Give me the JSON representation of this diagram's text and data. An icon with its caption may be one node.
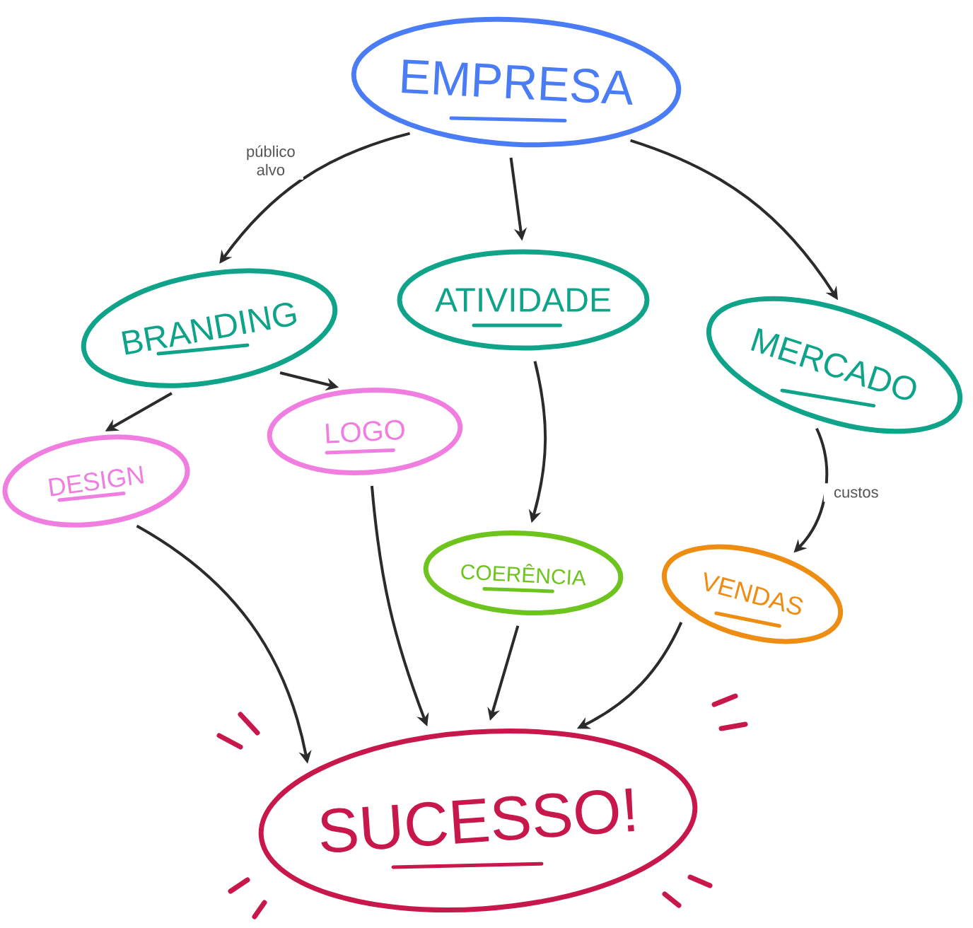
{
  "diagram": {
    "nodes": [
      {
        "text": [
          "EMPRESA"
        ]
      },
      {
        "text": [
          "BRANDING"
        ]
      },
      {
        "text": [
          "ATIVIDADE"
        ]
      },
      {
        "text": [
          "MERCADO"
        ]
      },
      {
        "text": [
          "DESIGN"
        ]
      },
      {
        "text": [
          "LOGO"
        ]
      },
      {
        "text": [
          "COERÊNCIA"
        ]
      },
      {
        "text": [
          "VENDAS"
        ]
      },
      {
        "text": [
          "SUCESSO!"
        ]
      }
    ],
    "edges": [
      {
        "from": 0,
        "to": 1,
        "arrow": "to",
        "label": "público alvo"
      },
      {
        "from": 0,
        "to": 2,
        "arrow": "to"
      },
      {
        "from": 0,
        "to": 3,
        "arrow": "to"
      },
      {
        "from": 1,
        "to": 4,
        "arrow": "to"
      },
      {
        "from": 1,
        "to": 5,
        "arrow": "to"
      },
      {
        "from": 2,
        "to": 6,
        "arrow": "to"
      },
      {
        "from": 3,
        "to": 7,
        "arrow": "to",
        "label": "custos"
      },
      {
        "from": 4,
        "to": 8,
        "arrow": "to"
      },
      {
        "from": 5,
        "to": 8,
        "arrow": "to"
      },
      {
        "from": 6,
        "to": 8,
        "arrow": "to"
      },
      {
        "from": 7,
        "to": 8,
        "arrow": "to"
      }
    ]
  }
}
